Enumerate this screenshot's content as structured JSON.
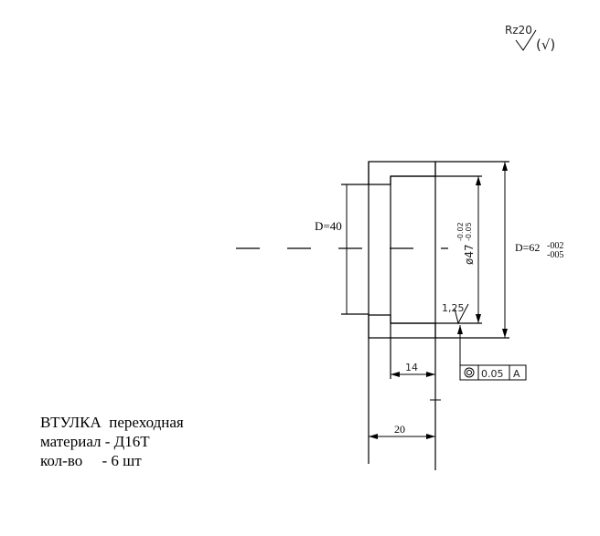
{
  "surface_finish": {
    "rz_label": "Rz20",
    "paren_symbol": "(√)"
  },
  "dimensions": {
    "inner_diameter_label": "D=40",
    "outer_diameter_label": "D=62",
    "outer_tol_upper": "-002",
    "outer_tol_lower": "-005",
    "bore_diameter_label": "ø47",
    "bore_tol_upper": "-0.02",
    "bore_tol_lower": "-0.05",
    "roughness_label": "1,25",
    "bore_depth": "14",
    "total_length": "20"
  },
  "tolerance_frame": {
    "symbol": "◎",
    "value": "0.05",
    "datum": "A"
  },
  "title_block": {
    "name": "ВТУЛКА  переходная",
    "material": "материал - Д16Т",
    "quantity": "кол-во     - 6 шт"
  }
}
